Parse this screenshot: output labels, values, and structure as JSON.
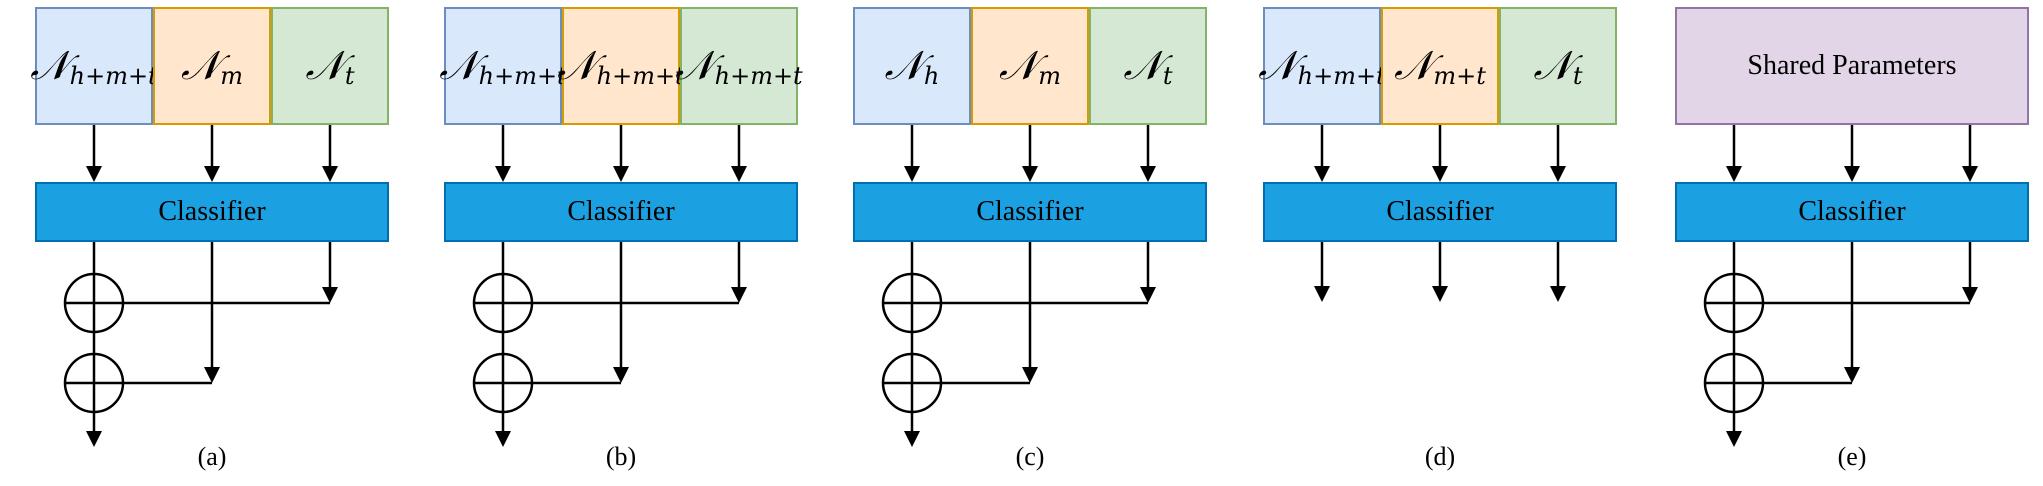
{
  "panels": [
    {
      "caption": "(a)",
      "classifier": "Classifier",
      "boxes": [
        {
          "sym": "𝒩",
          "sub": "h+m+t",
          "color": "blue"
        },
        {
          "sym": "𝒩",
          "sub": "m",
          "color": "orange"
        },
        {
          "sym": "𝒩",
          "sub": "t",
          "color": "green"
        }
      ],
      "fusion": true
    },
    {
      "caption": "(b)",
      "classifier": "Classifier",
      "boxes": [
        {
          "sym": "𝒩",
          "sub": "h+m+t",
          "color": "blue"
        },
        {
          "sym": "𝒩",
          "sub": "h+m+t",
          "color": "orange"
        },
        {
          "sym": "𝒩",
          "sub": "h+m+t",
          "color": "green"
        }
      ],
      "fusion": true
    },
    {
      "caption": "(c)",
      "classifier": "Classifier",
      "boxes": [
        {
          "sym": "𝒩",
          "sub": "h",
          "color": "blue"
        },
        {
          "sym": "𝒩",
          "sub": "m",
          "color": "orange"
        },
        {
          "sym": "𝒩",
          "sub": "t",
          "color": "green"
        }
      ],
      "fusion": true
    },
    {
      "caption": "(d)",
      "classifier": "Classifier",
      "boxes": [
        {
          "sym": "𝒩",
          "sub": "h+m+t",
          "color": "blue"
        },
        {
          "sym": "𝒩",
          "sub": "m+t",
          "color": "orange"
        },
        {
          "sym": "𝒩",
          "sub": "t",
          "color": "green"
        }
      ],
      "fusion": false
    },
    {
      "caption": "(e)",
      "classifier": "Classifier",
      "shared_label": "Shared Parameters",
      "boxes": [],
      "fusion": true,
      "shared_color": "purple"
    }
  ],
  "colors": {
    "classifier_fill": "#1ba1e2",
    "classifier_stroke": "#006eaf",
    "blue_fill": "#dae8fc",
    "orange_fill": "#ffe6cc",
    "green_fill": "#d5e8d4",
    "purple_fill": "#e1d5e7",
    "arrow": "#000000"
  }
}
